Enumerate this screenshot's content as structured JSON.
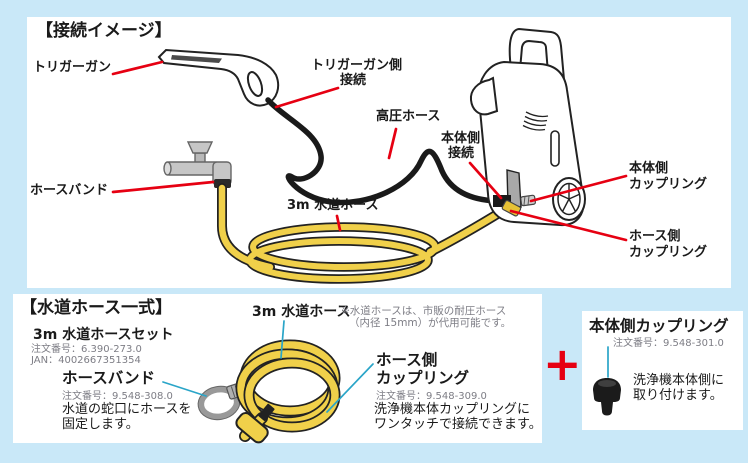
{
  "colors": {
    "background": "#c9e8f8",
    "panel": "#ffffff",
    "accent_red": "#e60012",
    "leader_teal": "#2aa5c8",
    "hose_yellow": "#f0d04a",
    "text_gray": "#7d7d85"
  },
  "connection_panel": {
    "title": "【接続イメージ】",
    "labels": {
      "trigger_gun": "トリガーガン",
      "trigger_gun_side": {
        "line1": "トリガーガン側",
        "line2": "接続"
      },
      "high_pressure_hose": "高圧ホース",
      "body_side": {
        "line1": "本体側",
        "line2": "接続"
      },
      "body_coupling": {
        "line1": "本体側",
        "line2": "カップリング"
      },
      "hose_coupling": {
        "line1": "ホース側",
        "line2": "カップリング"
      },
      "hose_band": "ホースバンド",
      "water_hose": "3m 水道ホース"
    }
  },
  "hose_set_panel": {
    "title": "【水道ホース一式】",
    "hose_set": {
      "name": "3m 水道ホースセット",
      "order_no": "注文番号：6.390-273.0",
      "jan": "JAN：4002667351354"
    },
    "hose_band": {
      "name": "ホースバンド",
      "order_no": "注文番号：9.548-308.0",
      "desc_line1": "水道の蛇口にホースを",
      "desc_line2": "固定します。"
    },
    "water_hose": {
      "name": "3m 水道ホース",
      "note_line1": "※水道ホースは、市販の耐圧ホース",
      "note_line2": "（内径 15mm）が代用可能です。"
    },
    "hose_coupling": {
      "name_line1": "ホース側",
      "name_line2": "カップリング",
      "order_no": "注文番号：9.548-309.0",
      "desc_line1": "洗浄機本体カップリングに",
      "desc_line2": "ワンタッチで接続できます。"
    }
  },
  "body_coupling_panel": {
    "title": "本体側カップリング",
    "order_no": "注文番号：9.548-301.0",
    "desc_line1": "洗浄機本体側に",
    "desc_line2": "取り付けます。"
  },
  "plus_sign": "+"
}
